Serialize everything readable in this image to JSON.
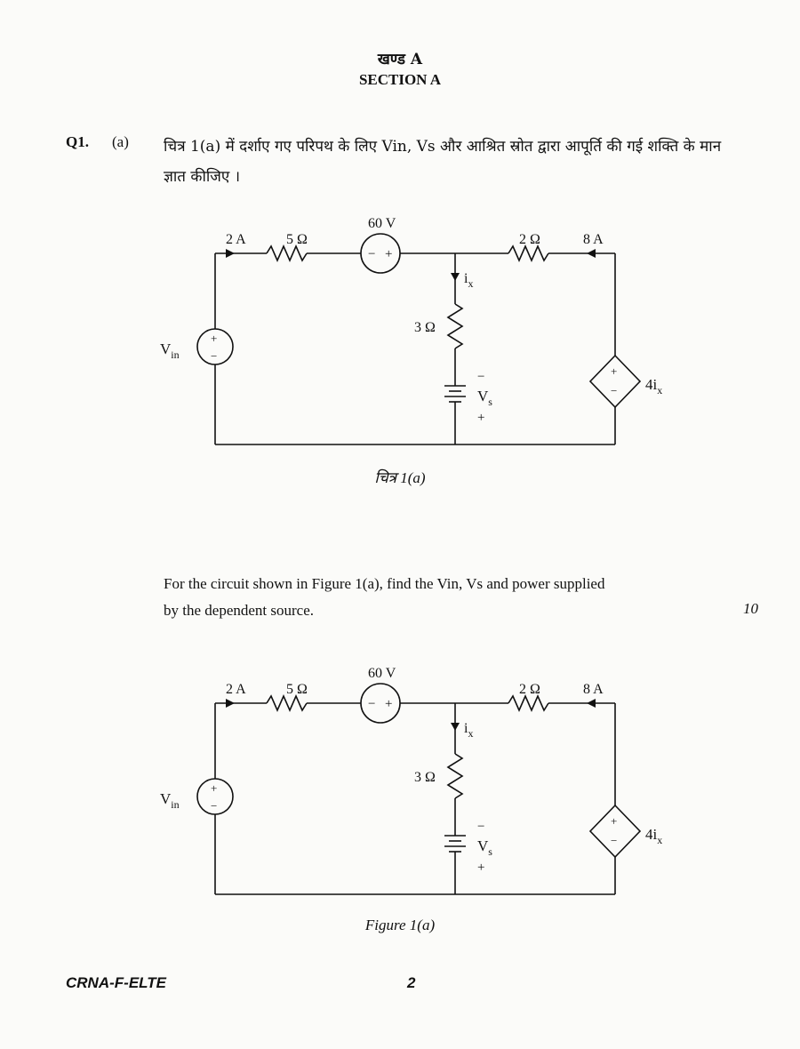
{
  "section": {
    "hindi": "खण्ड A",
    "english": "SECTION A"
  },
  "question": {
    "number": "Q1.",
    "part": "(a)",
    "hindi_text": "चित्र 1(a) में दर्शाए गए परिपथ के लिए Vin, Vs और आश्रित स्रोत द्वारा आपूर्ति की गई शक्ति के मान ज्ञात कीजिए ।",
    "english_line1": "For the circuit shown in Figure 1(a), find the Vin, Vs and power supplied",
    "english_line2": "by the dependent source.",
    "marks": "10"
  },
  "figure_captions": {
    "hindi": "चित्र 1(a)",
    "english": "Figure 1(a)"
  },
  "circuit_labels": {
    "current_left": "2 A",
    "resistor_left": "5 Ω",
    "source_voltage": "60 V",
    "source_minus": "−",
    "source_plus": "+",
    "resistor_right": "2 Ω",
    "current_right": "8 A",
    "branch_current": "i",
    "branch_current_sub": "x",
    "resistor_mid": "3 Ω",
    "vin": "V",
    "vin_sub": "in",
    "vs": "V",
    "vs_sub": "s",
    "battery_minus": "−",
    "battery_plus": "+",
    "dep_source": "4i",
    "dep_source_sub": "x",
    "dep_plus": "+",
    "dep_minus": "−",
    "vin_plus": "+",
    "vin_minus": "−"
  },
  "footer": {
    "code": "CRNA-F-ELTE",
    "page": "2"
  }
}
